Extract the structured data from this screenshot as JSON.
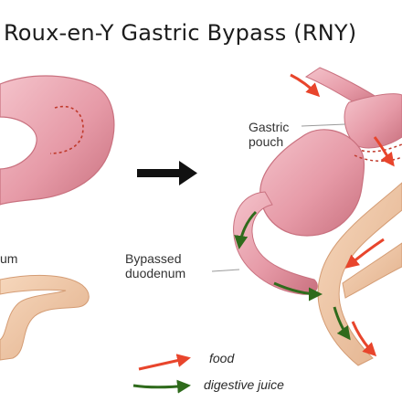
{
  "title": "Roux-en-Y Gastric Bypass (RNY)",
  "labels": {
    "gastric_pouch_line1": "Gastric",
    "gastric_pouch_line2": "pouch",
    "bypassed_line1": "Bypassed",
    "bypassed_line2": "duodenum",
    "left_fragment": "um"
  },
  "legend": {
    "food": "food",
    "digestive_juice": "digestive juice"
  },
  "colors": {
    "stomach": "#e7a0ad",
    "stomach_dark": "#c7707f",
    "intestine": "#efc6a5",
    "food_arrow": "#e8452c",
    "juice_arrow": "#2f6b1c",
    "staple_line": "#c0392b"
  }
}
